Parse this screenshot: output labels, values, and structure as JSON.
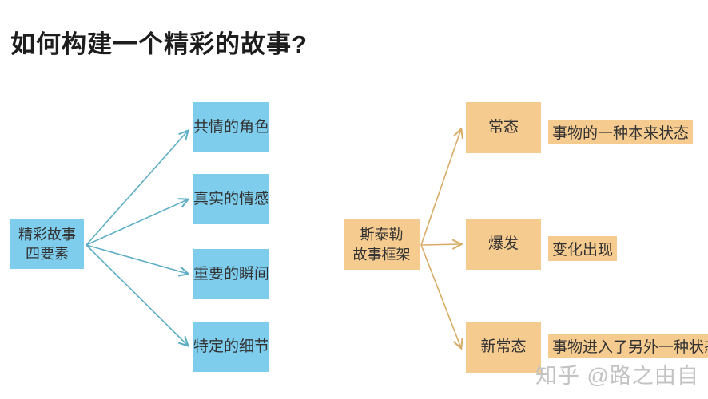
{
  "title": "如何构建一个精彩的故事?",
  "left_tree": {
    "root_line1": "精彩故事",
    "root_line2": "四要素",
    "children": [
      "共情的角色",
      "真实的情感",
      "重要的瞬间",
      "特定的细节"
    ],
    "box_color": "#7ECDEC",
    "arrow_color": "#5FAEC6"
  },
  "right_tree": {
    "root_line1": "斯泰勒",
    "root_line2": "故事框架",
    "children": [
      {
        "label": "常态",
        "note": "事物的一种本来状态"
      },
      {
        "label": "爆发",
        "note": "变化出现"
      },
      {
        "label": "新常态",
        "note": "事物进入了另外一种状态"
      }
    ],
    "box_color": "#F6CB90",
    "arrow_color": "#D8AC66"
  },
  "watermark": "知乎 @路之由自"
}
